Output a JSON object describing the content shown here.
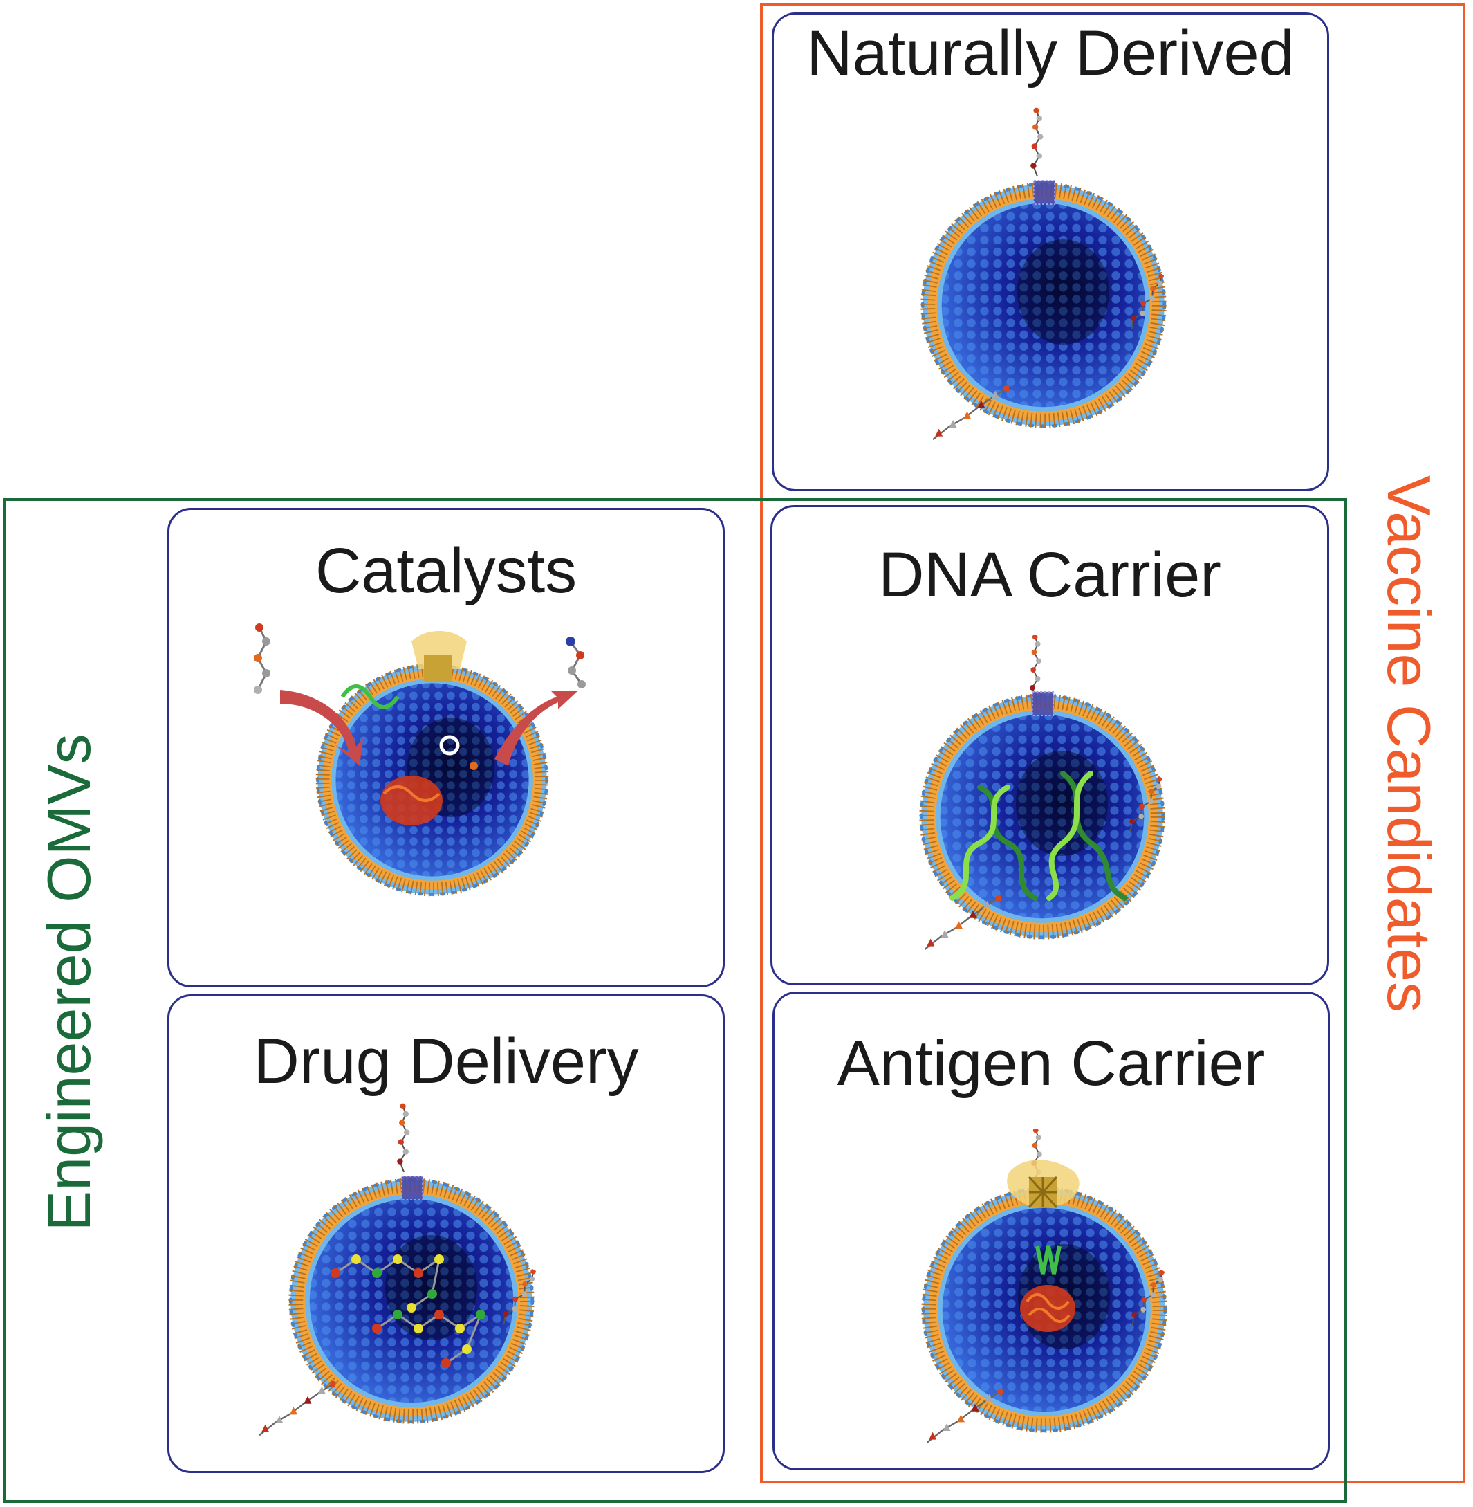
{
  "groups": {
    "vaccine_candidates": {
      "label": "Vaccine Candidates",
      "color": "#ef5b2b"
    },
    "engineered_omvs": {
      "label": "Engineered OMVs",
      "color": "#1b6b3a"
    }
  },
  "panels": {
    "naturally_derived": {
      "title": "Naturally Derived",
      "cargo": "none"
    },
    "dna_carrier": {
      "title": "DNA Carrier",
      "cargo": "dna-double-helix"
    },
    "catalysts": {
      "title": "Catalysts",
      "cargo": "enzyme-and-substrate-conversion"
    },
    "drug_delivery": {
      "title": "Drug Delivery",
      "cargo": "drug-molecules"
    },
    "antigen_carrier": {
      "title": "Antigen Carrier",
      "cargo": "surface-and-lumen-protein"
    }
  },
  "colors": {
    "panel_border": "#2c2f8a",
    "lumen": "#1a2a9a",
    "membrane": "#d8922a",
    "lipid_heads": "#6fb6ec"
  }
}
